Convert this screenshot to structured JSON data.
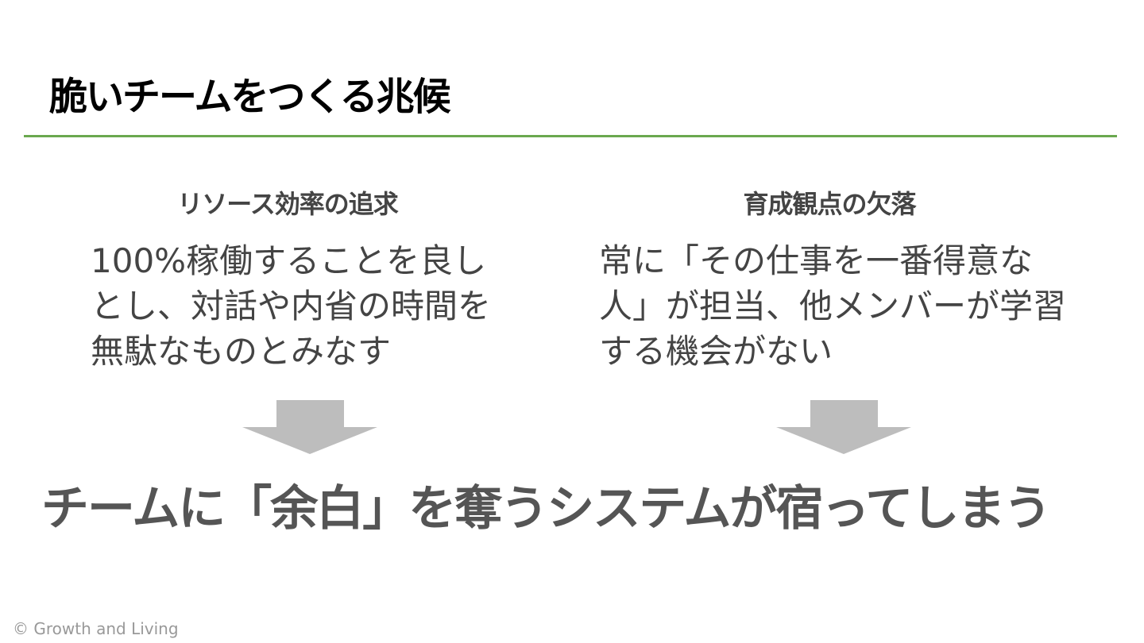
{
  "slide": {
    "title": "脆いチームをつくる兆候",
    "accent_color": "#6aa84f",
    "arrow_color": "#bdbdbd"
  },
  "left_column": {
    "heading": "リソース効率の追求",
    "body": "100%稼働することを良しとし、対話や内省の時間を無駄なものとみなす"
  },
  "right_column": {
    "heading": "育成観点の欠落",
    "body": "常に「その仕事を一番得意な人」が担当、他メンバーが学習する機会がない"
  },
  "conclusion": "チームに「余白」を奪うシステムが宿ってしまう",
  "footer": "© Growth and Living"
}
